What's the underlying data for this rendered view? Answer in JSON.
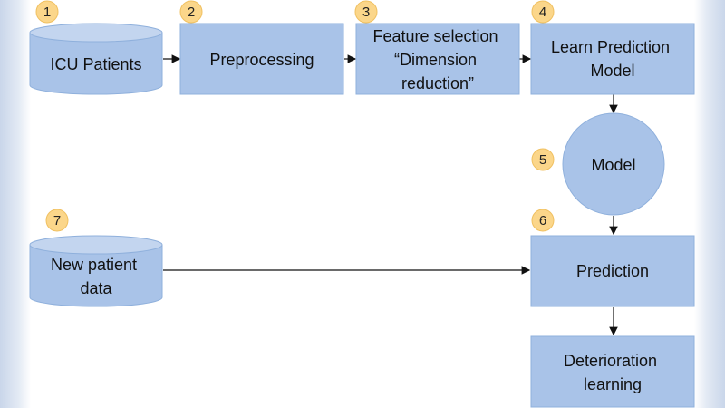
{
  "colors": {
    "node_fill": "#a9c3e8",
    "node_stroke": "#8fb0dc",
    "badge_fill": "#fbd68a",
    "arrow": "#111111"
  },
  "nodes": {
    "icu_patients": {
      "lines": [
        "ICU Patients"
      ]
    },
    "preprocessing": {
      "lines": [
        "Preprocessing"
      ]
    },
    "feature_selection": {
      "lines": [
        "Feature selection",
        "“Dimension",
        "reduction”"
      ]
    },
    "learn_model": {
      "lines": [
        "Learn Prediction",
        "Model"
      ]
    },
    "model": {
      "lines": [
        "Model"
      ]
    },
    "new_patient_data": {
      "lines": [
        "New patient",
        "data"
      ]
    },
    "prediction": {
      "lines": [
        "Prediction"
      ]
    },
    "deterioration": {
      "lines": [
        "Deterioration",
        "learning"
      ]
    }
  },
  "badges": {
    "b1": "1",
    "b2": "2",
    "b3": "3",
    "b4": "4",
    "b5": "5",
    "b6": "6",
    "b7": "7"
  }
}
